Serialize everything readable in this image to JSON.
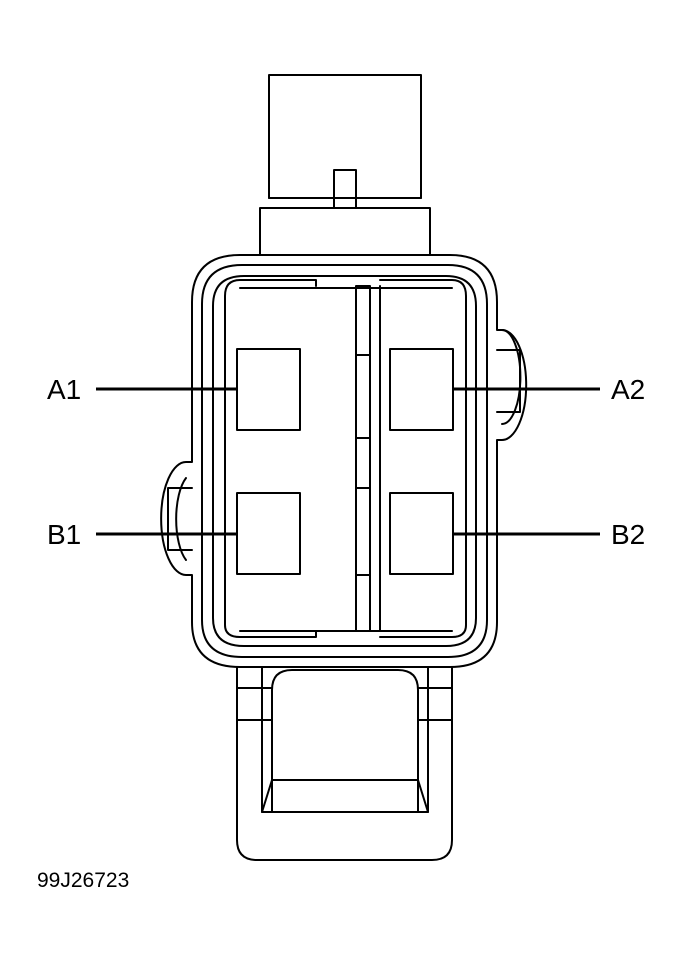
{
  "diagram": {
    "pins": {
      "a1": "A1",
      "a2": "A2",
      "b1": "B1",
      "b2": "B2"
    },
    "figure_id": "99J26723"
  }
}
